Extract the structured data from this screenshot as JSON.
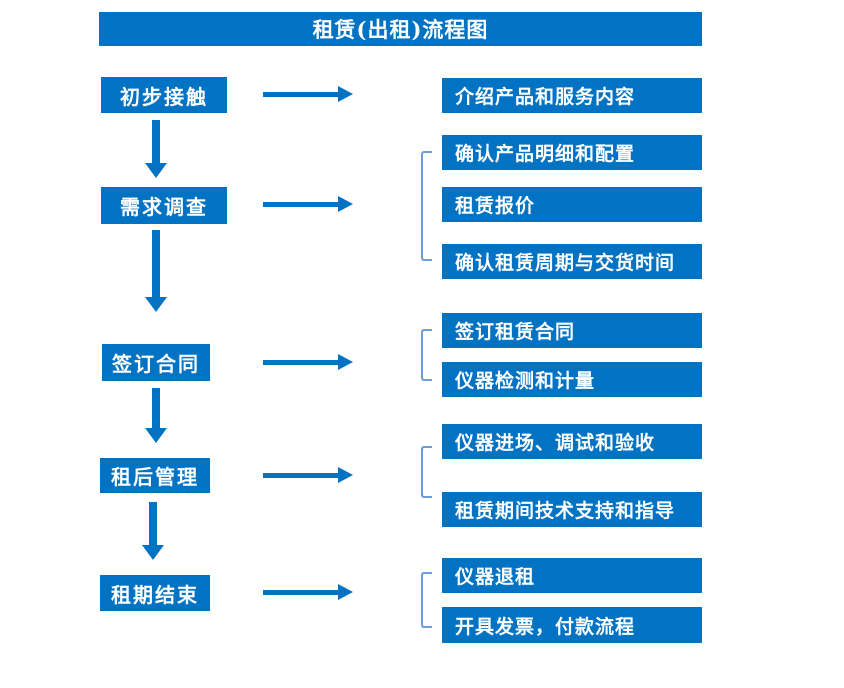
{
  "title": "租赁(出租)流程图",
  "colors": {
    "primary_blue": "#0273C3",
    "bracket_blue": "#6E9AD6",
    "text_white": "#FFFFFF",
    "background": "#FFFFFF"
  },
  "steps": [
    {
      "label": "初步接触",
      "outputs": [
        "介绍产品和服务内容"
      ]
    },
    {
      "label": "需求调查",
      "outputs": [
        "确认产品明细和配置",
        "租赁报价",
        "确认租赁周期与交货时间"
      ]
    },
    {
      "label": "签订合同",
      "outputs": [
        "签订租赁合同",
        "仪器检测和计量"
      ]
    },
    {
      "label": "租后管理",
      "outputs": [
        "仪器进场、调试和验收",
        "租赁期间技术支持和指导"
      ]
    },
    {
      "label": "租期结束",
      "outputs": [
        "仪器退租",
        "开具发票，付款流程"
      ]
    }
  ]
}
